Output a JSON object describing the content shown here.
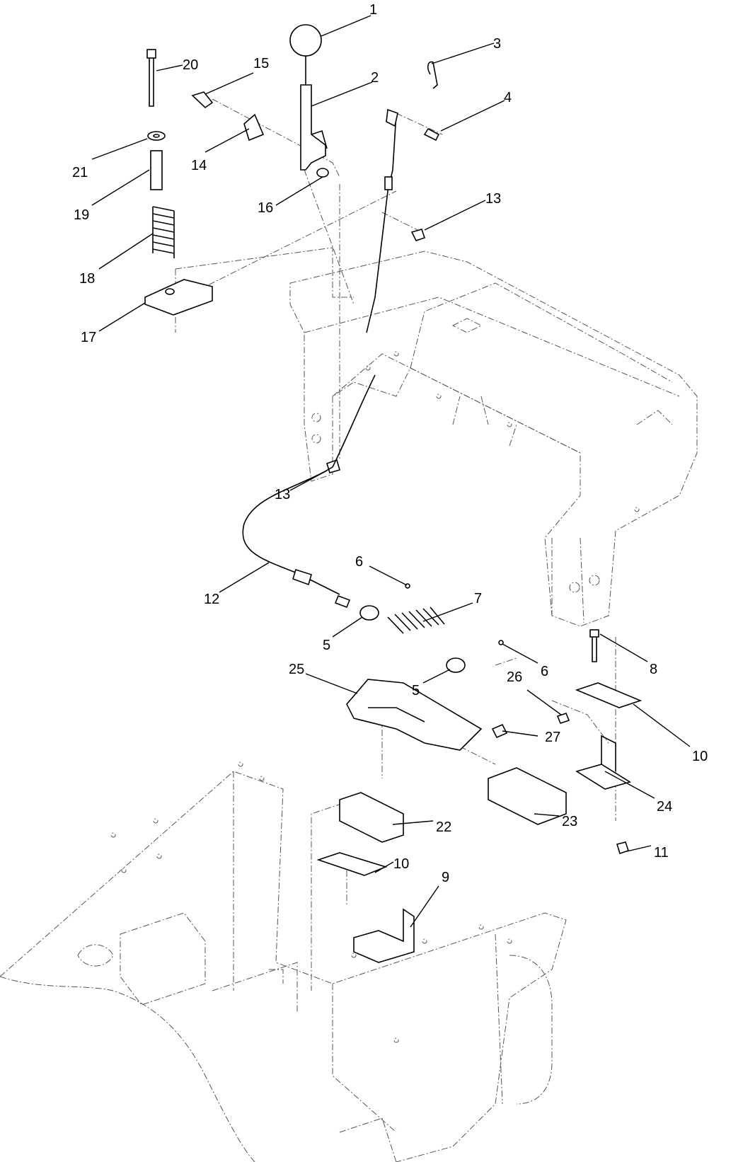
{
  "callouts": [
    {
      "id": "c1",
      "text": "1"
    },
    {
      "id": "c2",
      "text": "2"
    },
    {
      "id": "c3",
      "text": "3"
    },
    {
      "id": "c4",
      "text": "4"
    },
    {
      "id": "c20",
      "text": "20"
    },
    {
      "id": "c15",
      "text": "15"
    },
    {
      "id": "c21",
      "text": "21"
    },
    {
      "id": "c14",
      "text": "14"
    },
    {
      "id": "c19",
      "text": "19"
    },
    {
      "id": "c16",
      "text": "16"
    },
    {
      "id": "c13a",
      "text": "13"
    },
    {
      "id": "c18",
      "text": "18"
    },
    {
      "id": "c17",
      "text": "17"
    },
    {
      "id": "c13b",
      "text": "13"
    },
    {
      "id": "c6a",
      "text": "6"
    },
    {
      "id": "c7",
      "text": "7"
    },
    {
      "id": "c12",
      "text": "12"
    },
    {
      "id": "c5a",
      "text": "5"
    },
    {
      "id": "c6b",
      "text": "6"
    },
    {
      "id": "c8",
      "text": "8"
    },
    {
      "id": "c25",
      "text": "25"
    },
    {
      "id": "c5b",
      "text": "5"
    },
    {
      "id": "c26",
      "text": "26"
    },
    {
      "id": "c27",
      "text": "27"
    },
    {
      "id": "c10a",
      "text": "10"
    },
    {
      "id": "c24",
      "text": "24"
    },
    {
      "id": "c22",
      "text": "22"
    },
    {
      "id": "c23",
      "text": "23"
    },
    {
      "id": "c11",
      "text": "11"
    },
    {
      "id": "c10b",
      "text": "10"
    },
    {
      "id": "c9",
      "text": "9"
    }
  ]
}
